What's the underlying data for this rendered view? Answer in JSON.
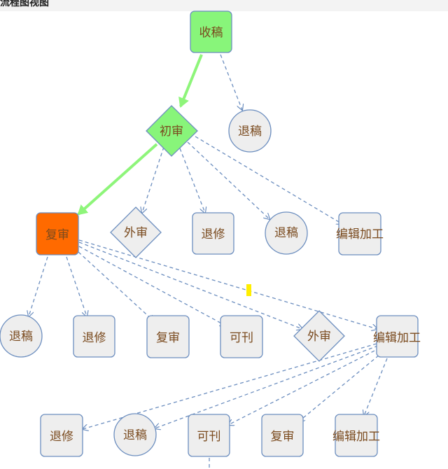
{
  "header": {
    "title": "流程图视图"
  },
  "colors": {
    "node_fill": "#eeeeee",
    "node_stroke": "#6c8ebf",
    "active_fill": "#88f57a",
    "current_fill": "#ff6a00",
    "label_color": "#7a4a1e",
    "edge_dashed": "#6c8ebf",
    "edge_active": "#8ef57a"
  },
  "nodes": {
    "shougao": "收稿",
    "tuigao_1": "退稿",
    "chushen": "初审",
    "fushen_current": "复审",
    "waishen_1": "外审",
    "tuixiu_1": "退修",
    "tuigao_2": "退稿",
    "bianji_1": "编辑加工",
    "tuigao_3": "退稿",
    "tuixiu_2": "退修",
    "fushen_2": "复审",
    "kekan_1": "可刊",
    "waishen_2": "外审",
    "bianji_2": "编辑加工",
    "tuixiu_3": "退修",
    "tuigao_4": "退稿",
    "kekan_2": "可刊",
    "fushen_3": "复审",
    "bianji_3": "编辑加工"
  }
}
